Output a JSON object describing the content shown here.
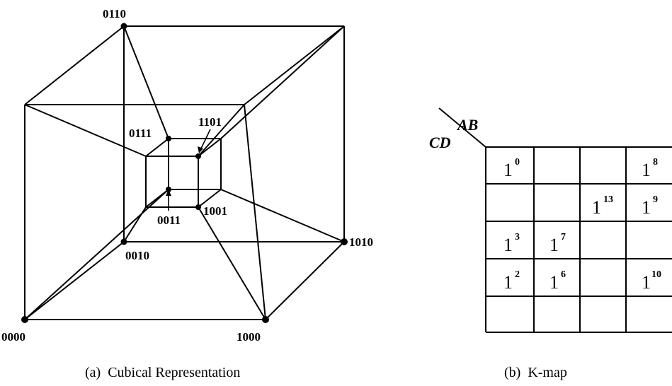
{
  "cube": {
    "vertex_labels": {
      "v0000": "0000",
      "v0110": "0110",
      "v0111": "0111",
      "v1101": "1101",
      "v0011": "0011",
      "v1001": "1001",
      "v0010": "0010",
      "v1010": "1010",
      "v1000": "1000"
    },
    "caption": "(a)  Cubical Representation"
  },
  "kmap": {
    "col_header": "AB",
    "row_header": "CD",
    "cells": [
      [
        {
          "value": "1",
          "index": "0"
        },
        {
          "value": "",
          "index": ""
        },
        {
          "value": "",
          "index": ""
        },
        {
          "value": "1",
          "index": "8"
        }
      ],
      [
        {
          "value": "",
          "index": ""
        },
        {
          "value": "",
          "index": ""
        },
        {
          "value": "1",
          "index": "13"
        },
        {
          "value": "1",
          "index": "9"
        }
      ],
      [
        {
          "value": "1",
          "index": "3"
        },
        {
          "value": "1",
          "index": "7"
        },
        {
          "value": "",
          "index": ""
        },
        {
          "value": "",
          "index": ""
        }
      ],
      [
        {
          "value": "1",
          "index": "2"
        },
        {
          "value": "1",
          "index": "6"
        },
        {
          "value": "",
          "index": ""
        },
        {
          "value": "1",
          "index": "10"
        }
      ]
    ],
    "caption": "(b)  K-map"
  }
}
